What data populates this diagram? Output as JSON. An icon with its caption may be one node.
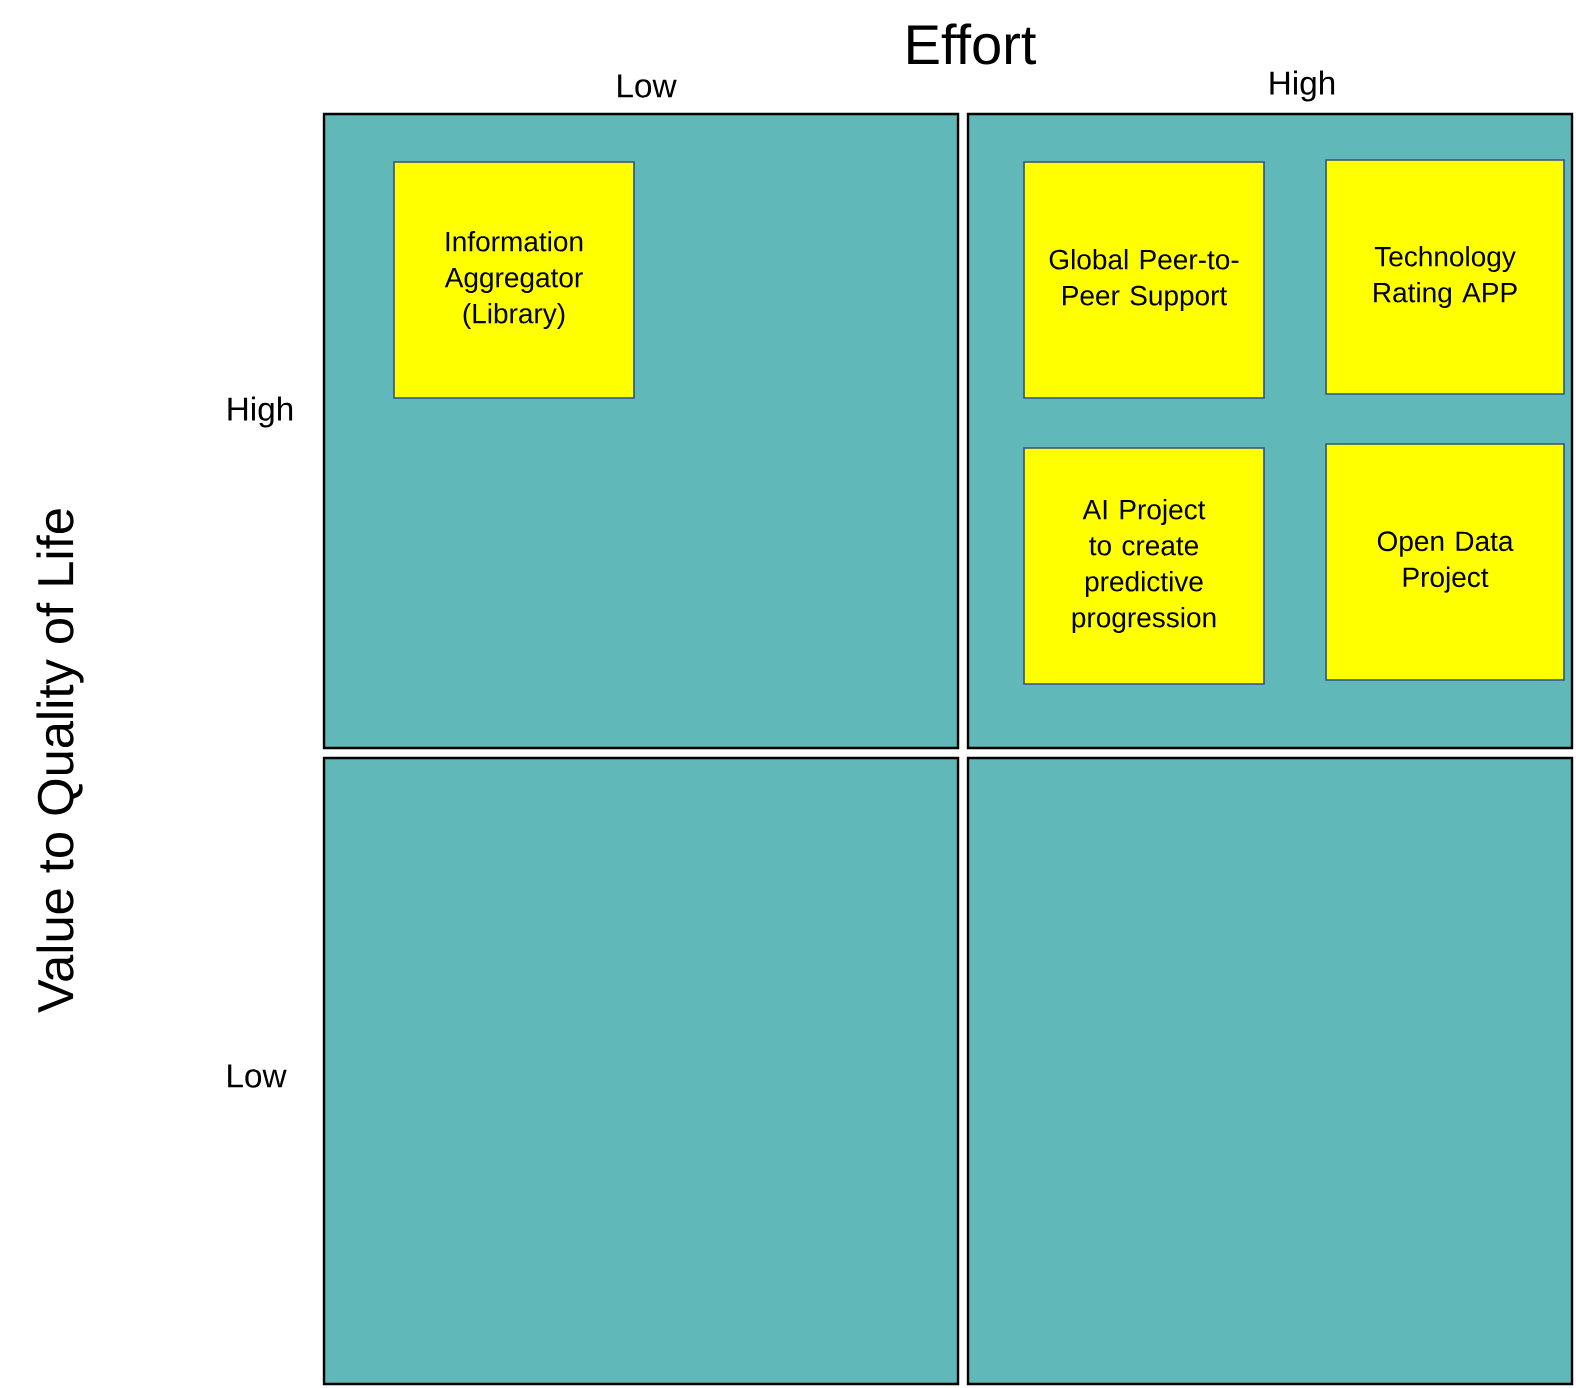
{
  "diagram": {
    "nodes": [
      {
        "text": [],
        "shape": "box"
      },
      {
        "text": [],
        "shape": "box"
      },
      {
        "text": [],
        "shape": "box"
      },
      {
        "text": [],
        "shape": "box"
      },
      {
        "text": [
          "Information Aggregator (Library)"
        ],
        "in": 0
      },
      {
        "text": [
          "Global Peer-to-Peer Support"
        ],
        "in": 1
      },
      {
        "text": [
          "Technology Rating APP"
        ],
        "in": 1
      },
      {
        "text": [
          "AI Project to create predictive progression"
        ],
        "in": 1
      },
      {
        "text": [
          "Open Data Project"
        ],
        "in": 1
      }
    ],
    "labels": [
      "Effort",
      "Low",
      "High",
      "Value to Quality of Life",
      "High",
      "Low"
    ]
  }
}
